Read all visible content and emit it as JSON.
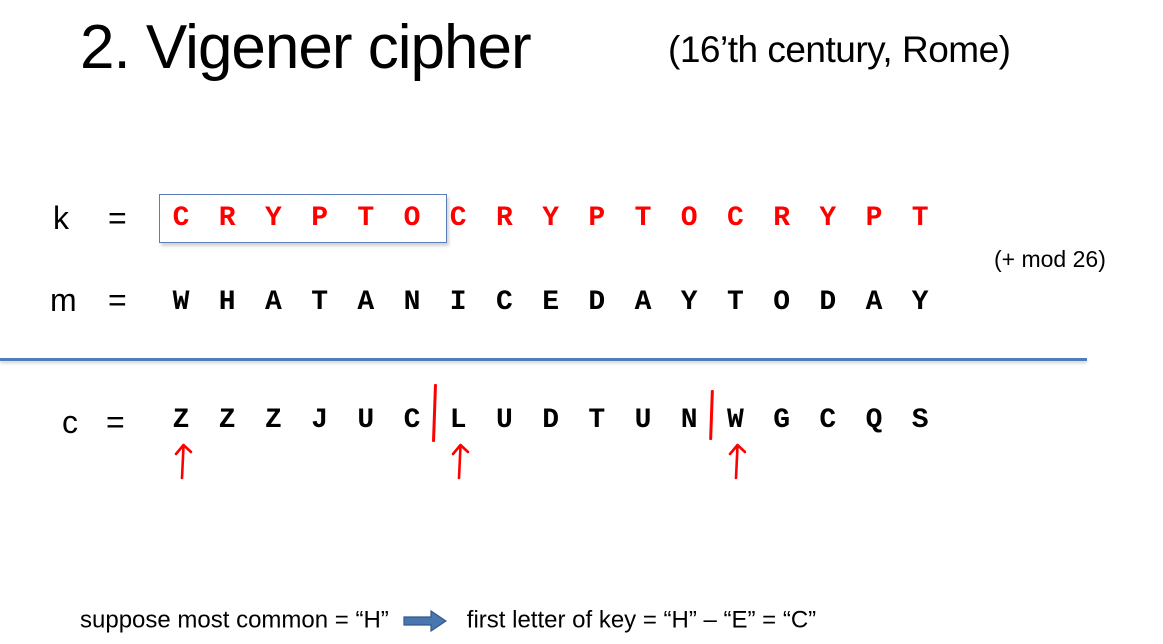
{
  "slide": {
    "title": "2.  Vigener cipher",
    "subtitle": "(16’th century,  Rome)"
  },
  "equation": {
    "key_label": "k",
    "message_label": "m",
    "cipher_label": "c",
    "equals": "=",
    "key_letters": [
      "C",
      "R",
      "Y",
      "P",
      "T",
      "O",
      "C",
      "R",
      "Y",
      "P",
      "T",
      "O",
      "C",
      "R",
      "Y",
      "P",
      "T"
    ],
    "message_letters": [
      "W",
      "H",
      "A",
      "T",
      "A",
      "N",
      "I",
      "C",
      "E",
      "D",
      "A",
      "Y",
      "T",
      "O",
      "D",
      "A",
      "Y"
    ],
    "cipher_letters": [
      "Z",
      "Z",
      "Z",
      "J",
      "U",
      "C",
      "L",
      "U",
      "D",
      "T",
      "U",
      "N",
      "W",
      "G",
      "C",
      "Q",
      "S"
    ],
    "operation_note": "(+ mod 26)",
    "boxed_key_segment": "CRYPTO",
    "key_color": "#ff0000",
    "box_color": "#5b7fb5",
    "divider_color": "#4f7cba"
  },
  "annotations": {
    "arrow_markers_under_indices": [
      0,
      6,
      12
    ],
    "separator_bars_after_indices": [
      5,
      11
    ],
    "annotation_color": "#ff0000"
  },
  "footer": {
    "premise": "suppose most common = “H”",
    "conclusion": "first letter of key = “H” – “E” = “C”",
    "arrow_icon": "right-block-arrow",
    "arrow_color": "#4a76b0"
  }
}
